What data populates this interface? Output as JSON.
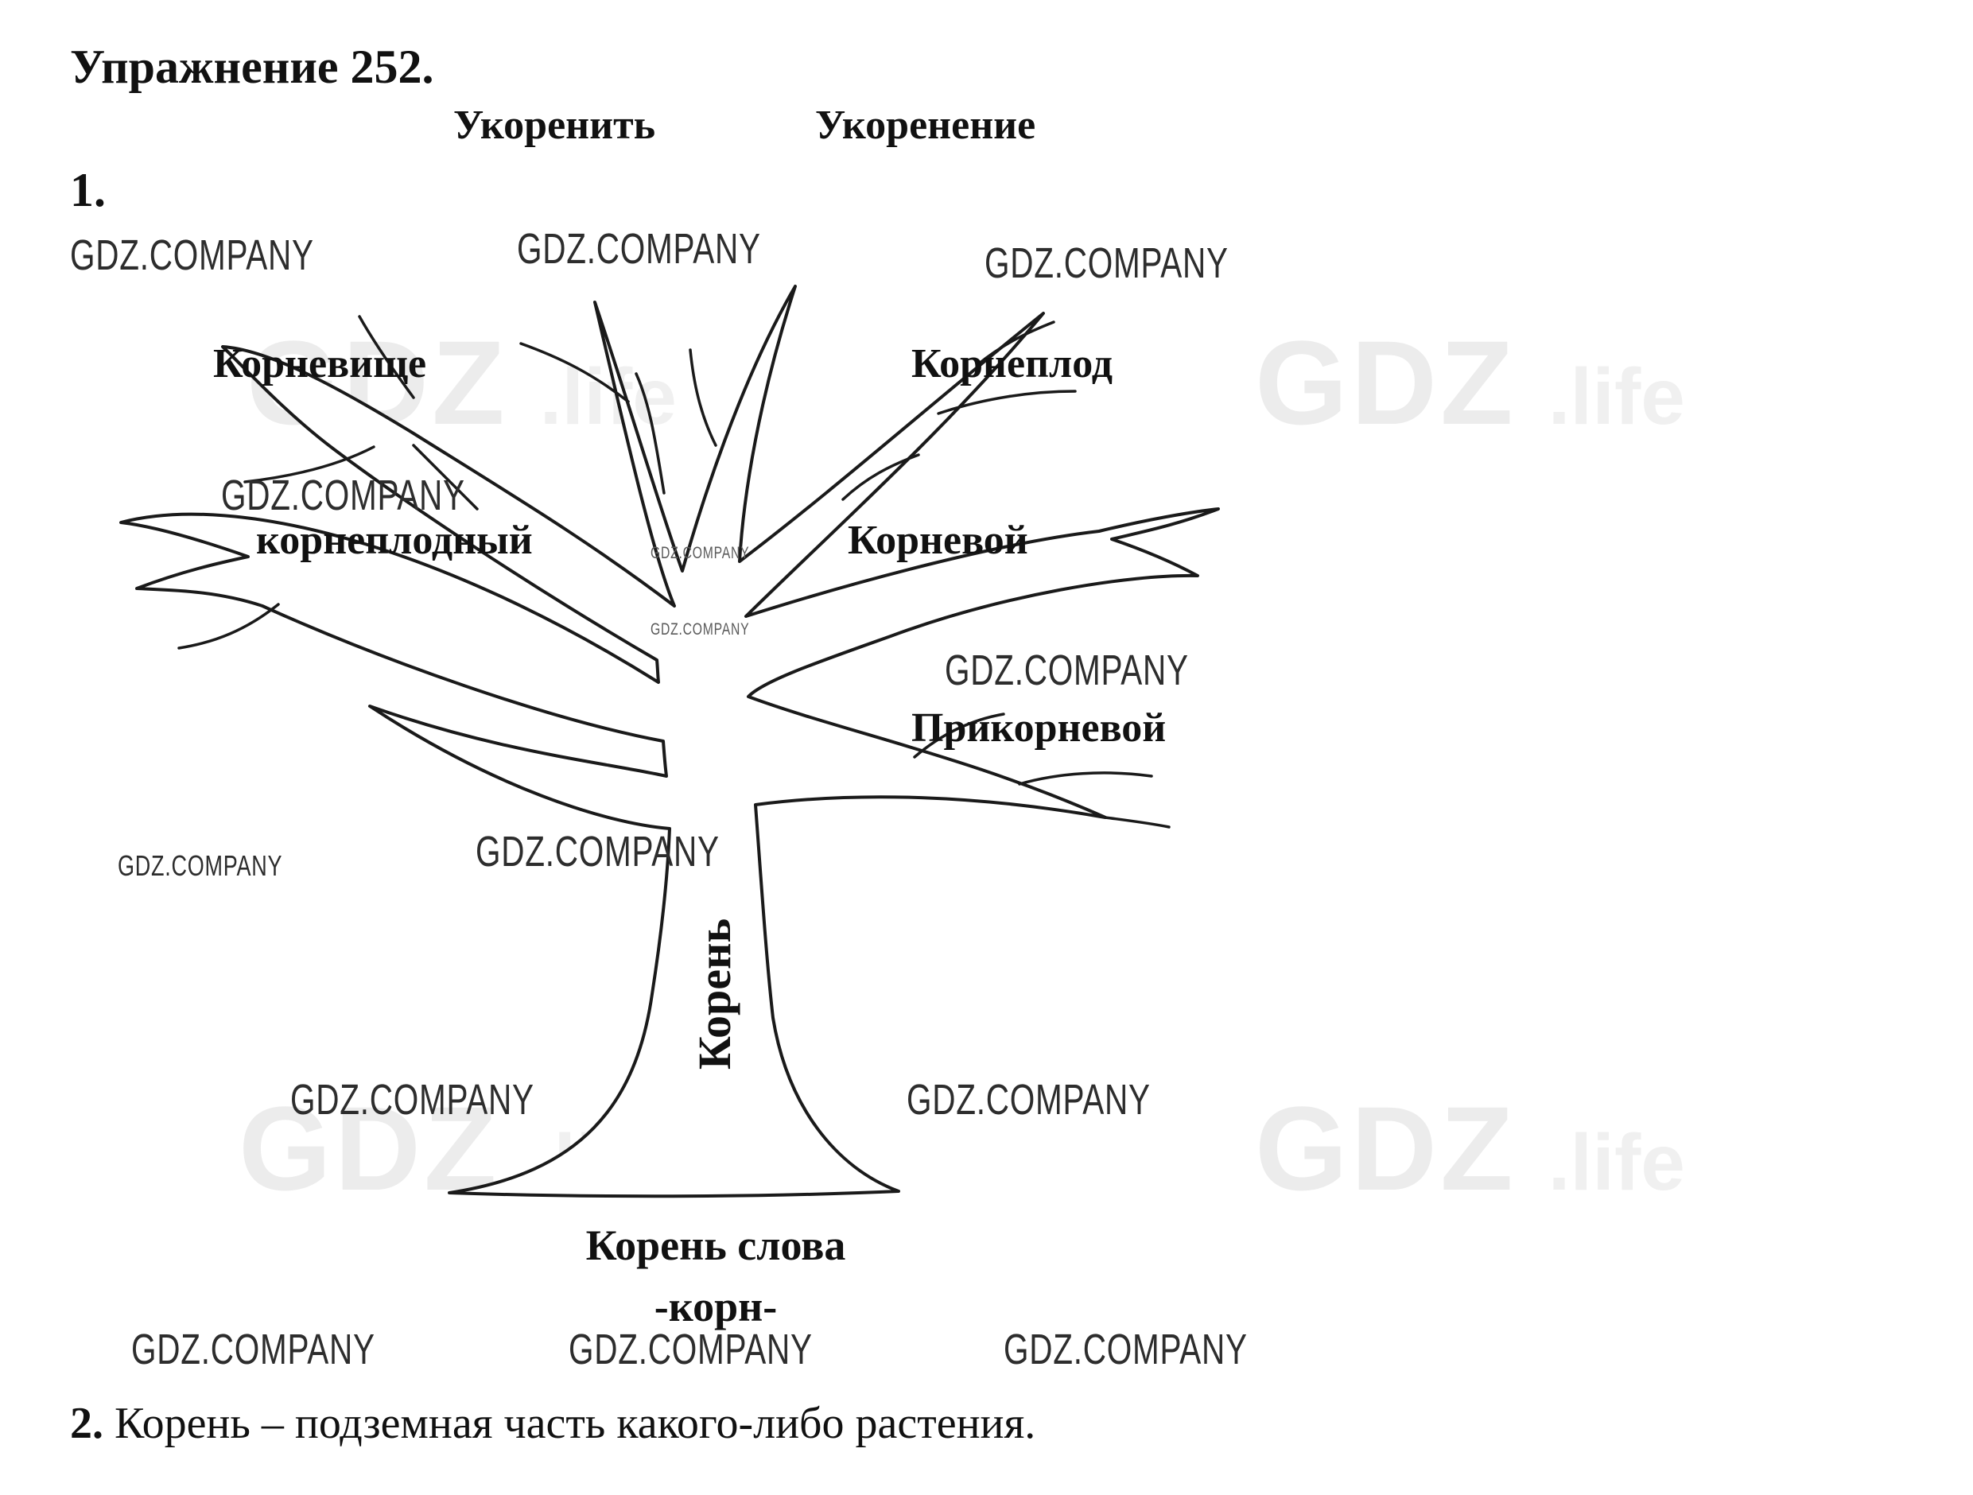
{
  "page": {
    "exercise_title": "Упражнение 252.",
    "word_pair": {
      "left": "Укоренить",
      "right": "Укоренение"
    },
    "item1_label": "1.",
    "item2_label": "2.",
    "item2_text": "Корень – подземная часть какого-либо растения."
  },
  "tree": {
    "labels": {
      "kornevishche": "Корневище",
      "korneplod": "Корнеплод",
      "korneplodny": "корнеплодный",
      "kornevoy": "Корневой",
      "prikornevoy": "Прикорневой",
      "trunk_word": "Корень",
      "caption_line1": "Корень слова",
      "caption_line2": "-корн-"
    }
  },
  "watermarks": {
    "small": "GDZ.COMPANY",
    "big_main": "GDZ",
    "big_suffix": ".life"
  },
  "colors": {
    "ink": "#1a1a1a",
    "watermark_small": "#2d2d2d",
    "watermark_big": "#ececec",
    "background": "#ffffff"
  }
}
